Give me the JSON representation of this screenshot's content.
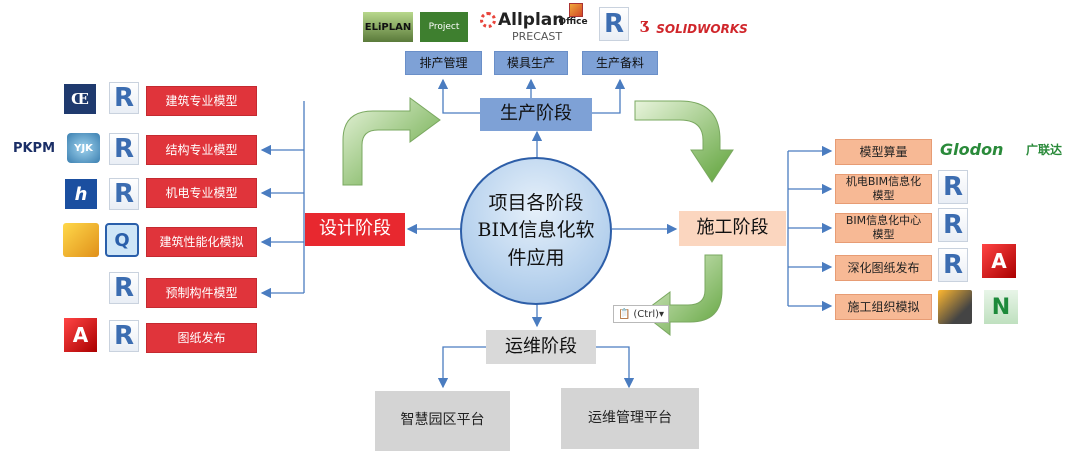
{
  "center": {
    "label": "项目各阶段BIM信息化软件应用"
  },
  "stages": {
    "production": "生产阶段",
    "design": "设计阶段",
    "construction": "施工阶段",
    "operation": "运维阶段"
  },
  "production_items": [
    "排产管理",
    "模具生产",
    "生产备料"
  ],
  "design_items": [
    "建筑专业模型",
    "结构专业模型",
    "机电专业模型",
    "建筑性能化模拟",
    "预制构件模型",
    "图纸发布"
  ],
  "construction_items": [
    "模型算量",
    "机电BIM信息化模型",
    "BIM信息化中心模型",
    "深化图纸发布",
    "施工组织模拟"
  ],
  "operation_items": [
    "智慧园区平台",
    "运维管理平台"
  ],
  "logos": {
    "eliplan": "ELiPLAN",
    "project": "Project",
    "allplan": "Allplan",
    "allplan_sub": "PRECAST",
    "office": "Office",
    "solidworks": "SOLIDWORKS",
    "revit": "R",
    "pkpm": "PKPM",
    "yjk": "YJK",
    "glodon": "Glodon",
    "glodon_cn": "广联达",
    "autocad": "A"
  },
  "paste_hint": "(Ctrl)▾",
  "colors": {
    "design": "#e0343b",
    "production": "#7ea1d6",
    "construction": "#f7b995",
    "operation": "#d4d4d4",
    "arrow_green": "#5fa33a",
    "connector": "#4a7cc0"
  }
}
